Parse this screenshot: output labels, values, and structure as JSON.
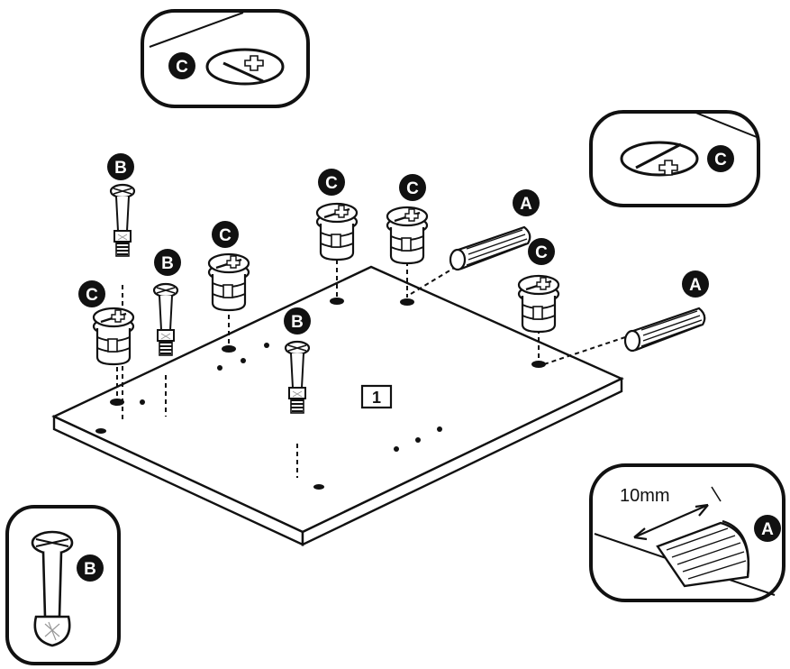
{
  "panel": {
    "number": "1"
  },
  "labels": {
    "a": "A",
    "b": "B",
    "c": "C"
  },
  "measurement": {
    "text": "10mm"
  },
  "colors": {
    "ink": "#111111",
    "paper": "#ffffff"
  }
}
